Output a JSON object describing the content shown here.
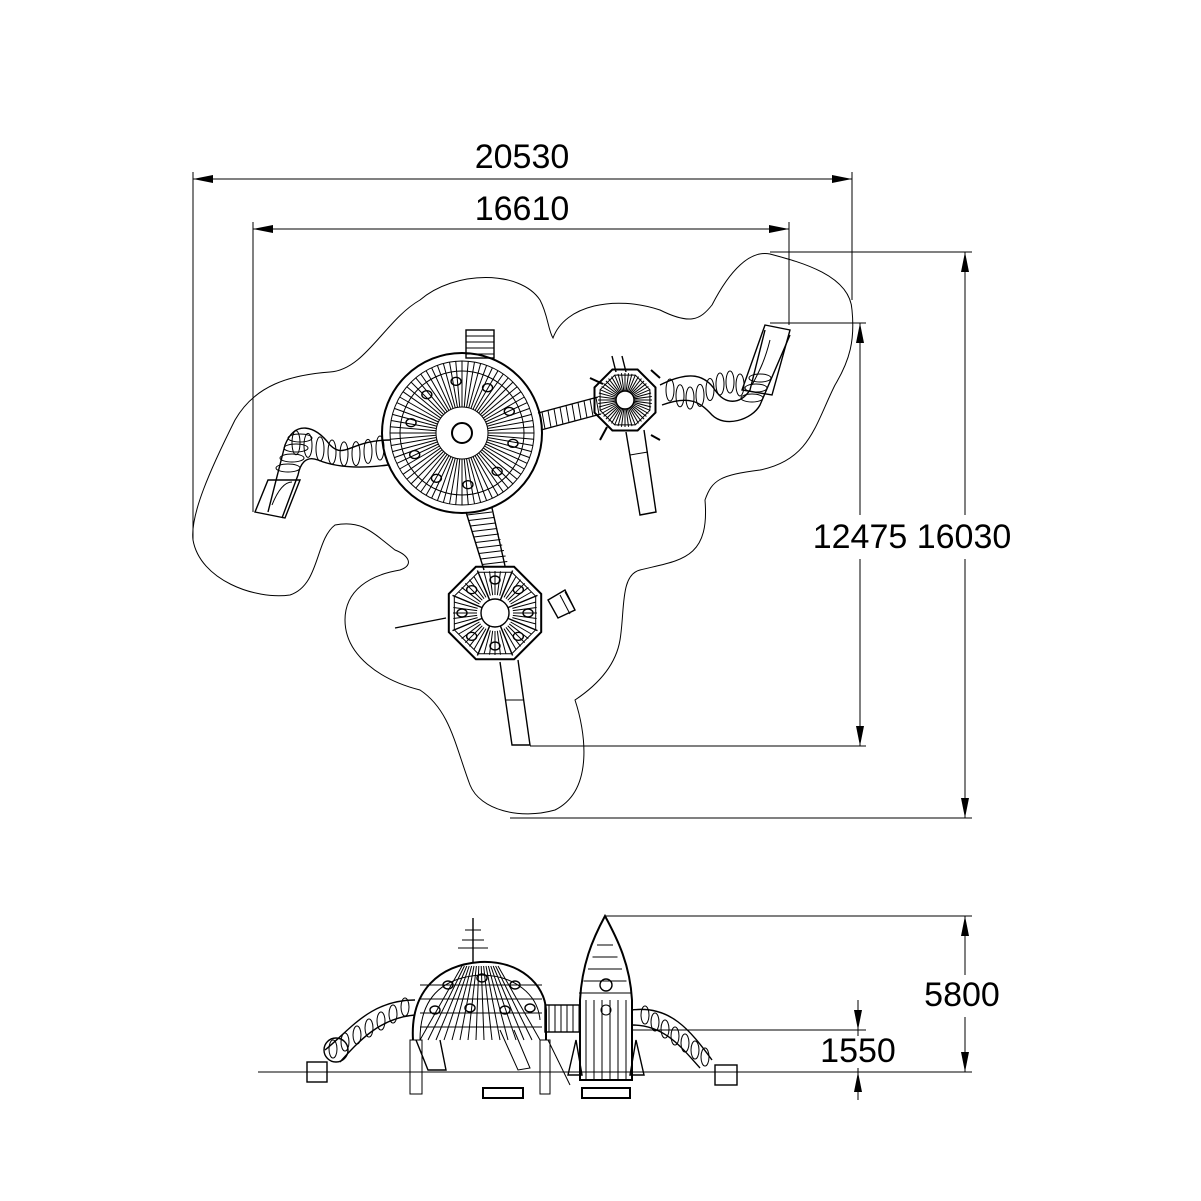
{
  "dimensions": {
    "overall_width": "20530",
    "inner_width": "16610",
    "inner_depth": "12475",
    "overall_depth": "16030",
    "total_height": "5800",
    "platform_height": "1550"
  }
}
